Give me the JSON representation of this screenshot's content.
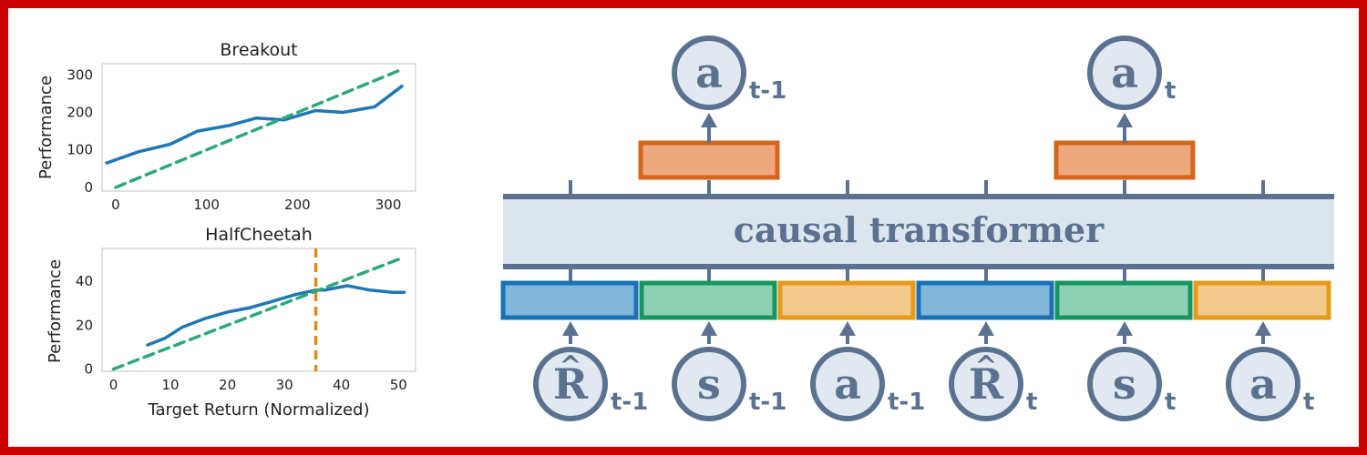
{
  "chart_data": [
    {
      "type": "line",
      "title": "Breakout",
      "xlabel": "",
      "ylabel": "Performance",
      "xlim": [
        -15,
        330
      ],
      "ylim": [
        -10,
        330
      ],
      "xticks": [
        0,
        100,
        200,
        300
      ],
      "yticks": [
        0,
        100,
        200,
        300
      ],
      "grid": false,
      "series": [
        {
          "style": "solid",
          "color": "#1f77b4",
          "x": [
            -10,
            25,
            60,
            90,
            125,
            155,
            185,
            220,
            250,
            285,
            315
          ],
          "y": [
            65,
            95,
            115,
            150,
            165,
            185,
            180,
            205,
            200,
            215,
            270
          ]
        },
        {
          "style": "dashed",
          "color": "#2ca87b",
          "x": [
            0,
            315
          ],
          "y": [
            0,
            315
          ]
        }
      ]
    },
    {
      "type": "line",
      "title": "HalfCheetah",
      "xlabel": "Target Return (Normalized)",
      "ylabel": "Performance",
      "xlim": [
        -2,
        53
      ],
      "ylim": [
        -1,
        55
      ],
      "xticks": [
        0,
        10,
        20,
        30,
        40,
        50
      ],
      "yticks": [
        0,
        20,
        40
      ],
      "grid": false,
      "vline": {
        "x": 35.5,
        "color": "#e08a1a"
      },
      "series": [
        {
          "style": "solid",
          "color": "#1f77b4",
          "x": [
            6,
            9,
            12,
            16,
            20,
            24,
            28,
            32,
            35.5,
            37,
            41,
            45,
            49,
            51
          ],
          "y": [
            11,
            14,
            19,
            23,
            26,
            28,
            31,
            34,
            36,
            36,
            38,
            36,
            35,
            35
          ]
        },
        {
          "style": "dashed",
          "color": "#2ca87b",
          "x": [
            0,
            51
          ],
          "y": [
            0,
            51
          ]
        }
      ]
    }
  ],
  "diagram": {
    "transformer_label": "causal transformer",
    "colors": {
      "return": "#7fb6d9",
      "return_border": "#1a72b5",
      "state": "#8fd1b4",
      "state_border": "#17955e",
      "action": "#f2c98a",
      "action_border": "#e49a1a",
      "output": "#eda87e",
      "output_border": "#d4651b",
      "node_stroke": "#5a7290",
      "band": "#dce4ed"
    },
    "outputs": [
      {
        "glyph": "a",
        "subscript": "t-1"
      },
      {
        "glyph": "a",
        "subscript": "t"
      }
    ],
    "inputs": [
      {
        "glyph": "R",
        "hat": "^",
        "subscript": "t-1",
        "kind": "return"
      },
      {
        "glyph": "s",
        "subscript": "t-1",
        "kind": "state"
      },
      {
        "glyph": "a",
        "subscript": "t-1",
        "kind": "action"
      },
      {
        "glyph": "R",
        "hat": "^",
        "subscript": "t",
        "kind": "return"
      },
      {
        "glyph": "s",
        "subscript": "t",
        "kind": "state"
      },
      {
        "glyph": "a",
        "subscript": "t",
        "kind": "action"
      }
    ]
  }
}
